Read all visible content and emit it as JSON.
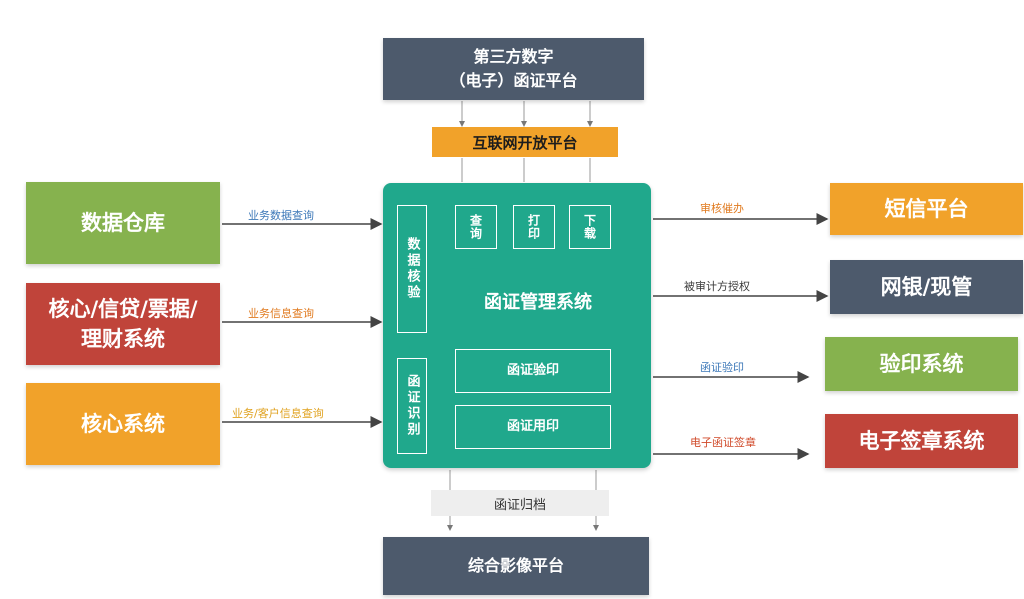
{
  "top_box": {
    "line1": "第三方数字",
    "line2": "（电子）函证平台"
  },
  "open_platform": "互联网开放平台",
  "left_boxes": [
    {
      "label": "数据仓库"
    },
    {
      "label_line1": "核心/信贷/票据/",
      "label_line2": "理财系统"
    },
    {
      "label": "核心系统"
    }
  ],
  "left_edges": [
    {
      "label": "业务数据查询"
    },
    {
      "label": "业务信息查询"
    },
    {
      "label": "业务/客户信息查询"
    }
  ],
  "center": {
    "title": "函证管理系统",
    "left_module_top": "数据核验",
    "left_module_bottom": "函证识别",
    "top_buttons": [
      "查询",
      "打印",
      "下载"
    ],
    "modules": [
      "函证验印",
      "函证用印"
    ]
  },
  "right_edges": [
    {
      "label": "审核催办"
    },
    {
      "label": "被审计方授权"
    },
    {
      "label": "函证验印"
    },
    {
      "label": "电子函证签章"
    }
  ],
  "right_boxes": [
    {
      "label": "短信平台"
    },
    {
      "label": "网银/现管"
    },
    {
      "label": "验印系统"
    },
    {
      "label": "电子签章系统"
    }
  ],
  "archive": "函证归档",
  "bottom_box": "综合影像平台",
  "colors": {
    "teal": "#20a88c",
    "green": "#86b24e",
    "red": "#c0443a",
    "orange": "#f1a22a",
    "slate": "#4d5a6c"
  }
}
